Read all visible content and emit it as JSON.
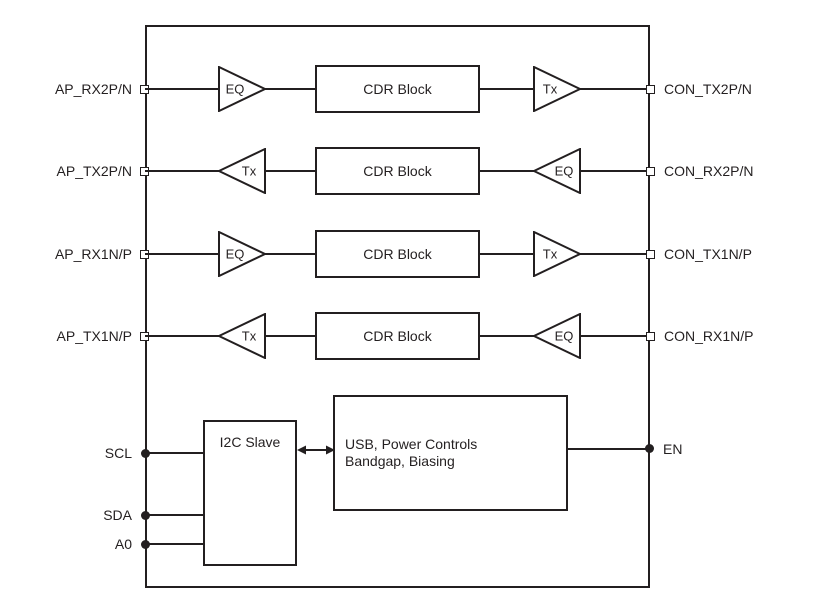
{
  "lanes": [
    {
      "left_label": "AP_RX2P/N",
      "input_amp": "EQ",
      "block_label": "CDR Block",
      "output_amp": "Tx",
      "right_label": "CON_TX2P/N"
    },
    {
      "left_label": "AP_TX2P/N",
      "input_amp": "Tx",
      "block_label": "CDR Block",
      "output_amp": "EQ",
      "right_label": "CON_RX2P/N"
    },
    {
      "left_label": "AP_RX1N/P",
      "input_amp": "EQ",
      "block_label": "CDR Block",
      "output_amp": "Tx",
      "right_label": "CON_TX1N/P"
    },
    {
      "left_label": "AP_TX1N/P",
      "input_amp": "Tx",
      "block_label": "CDR Block",
      "output_amp": "EQ",
      "right_label": "CON_RX1N/P"
    }
  ],
  "control": {
    "scl_label": "SCL",
    "sda_label": "SDA",
    "a0_label": "A0",
    "i2c_block_label": "I2C Slave",
    "power_block_line1": "USB, Power Controls",
    "power_block_line2": "Bandgap, Biasing",
    "en_label": "EN"
  },
  "colors": {
    "line": "#231f20",
    "background": "#ffffff"
  }
}
